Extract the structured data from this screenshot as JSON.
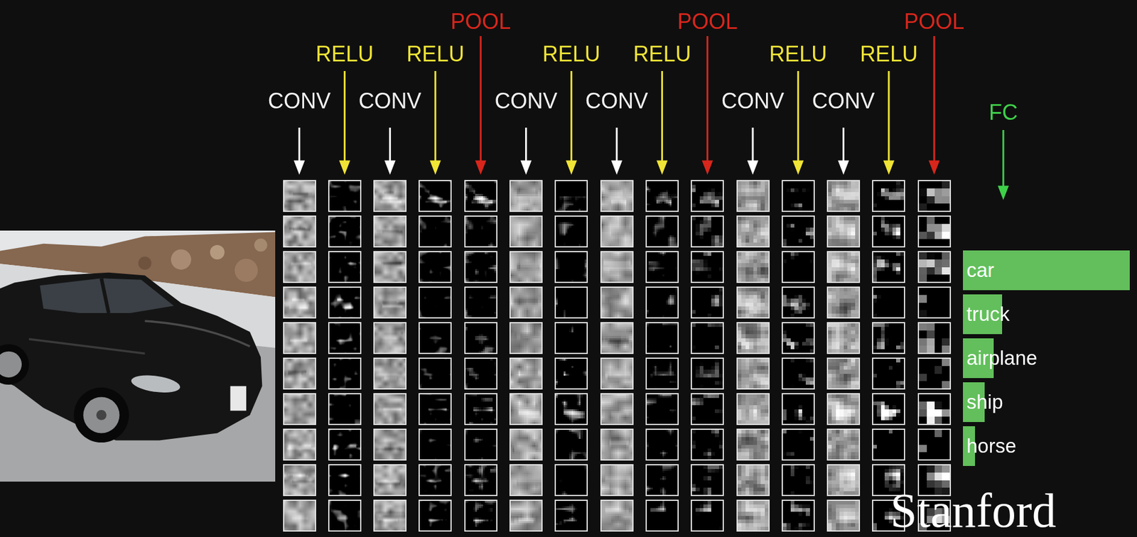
{
  "diagram": {
    "nodes": [
      {
        "text": [
          "car"
        ]
      },
      {
        "text": [
          "truck"
        ]
      },
      {
        "text": [
          "airplane"
        ]
      },
      {
        "text": [
          "ship"
        ]
      },
      {
        "text": [
          "horse"
        ]
      }
    ],
    "labels": [
      "CONV",
      "RELU",
      "CONV",
      "RELU",
      "POOL",
      "CONV",
      "RELU",
      "CONV",
      "RELU",
      "POOL",
      "CONV",
      "RELU",
      "CONV",
      "RELU",
      "POOL",
      "FC",
      "Stanford"
    ]
  }
}
